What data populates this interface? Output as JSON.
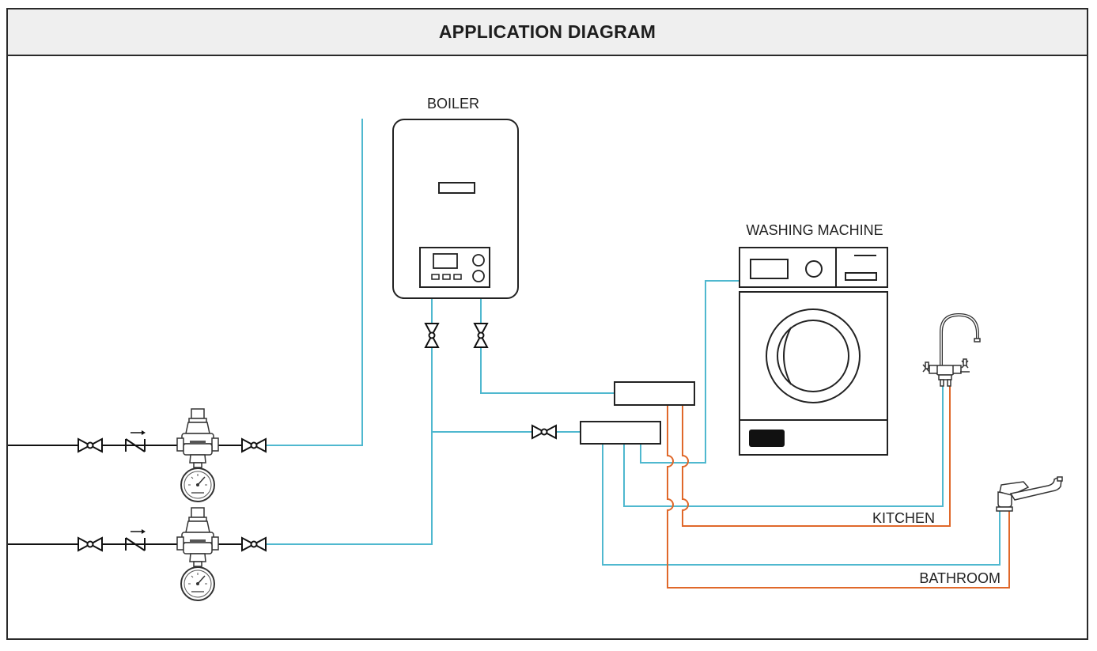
{
  "header": {
    "title": "APPLICATION DIAGRAM"
  },
  "labels": {
    "boiler": "BOILER",
    "washing_machine": "WASHING MACHINE",
    "kitchen": "KITCHEN",
    "bathroom": "BATHROOM"
  },
  "colors": {
    "cold_water": "#4fb8cf",
    "hot_water": "#e0682a",
    "mains_pipe": "#111111",
    "outline": "#222222"
  },
  "icons": [
    "ball-valve-icon",
    "check-valve-icon",
    "pressure-reducer-icon",
    "pressure-gauge-icon",
    "faucet-icon",
    "mixer-tap-icon",
    "manifold-icon"
  ]
}
